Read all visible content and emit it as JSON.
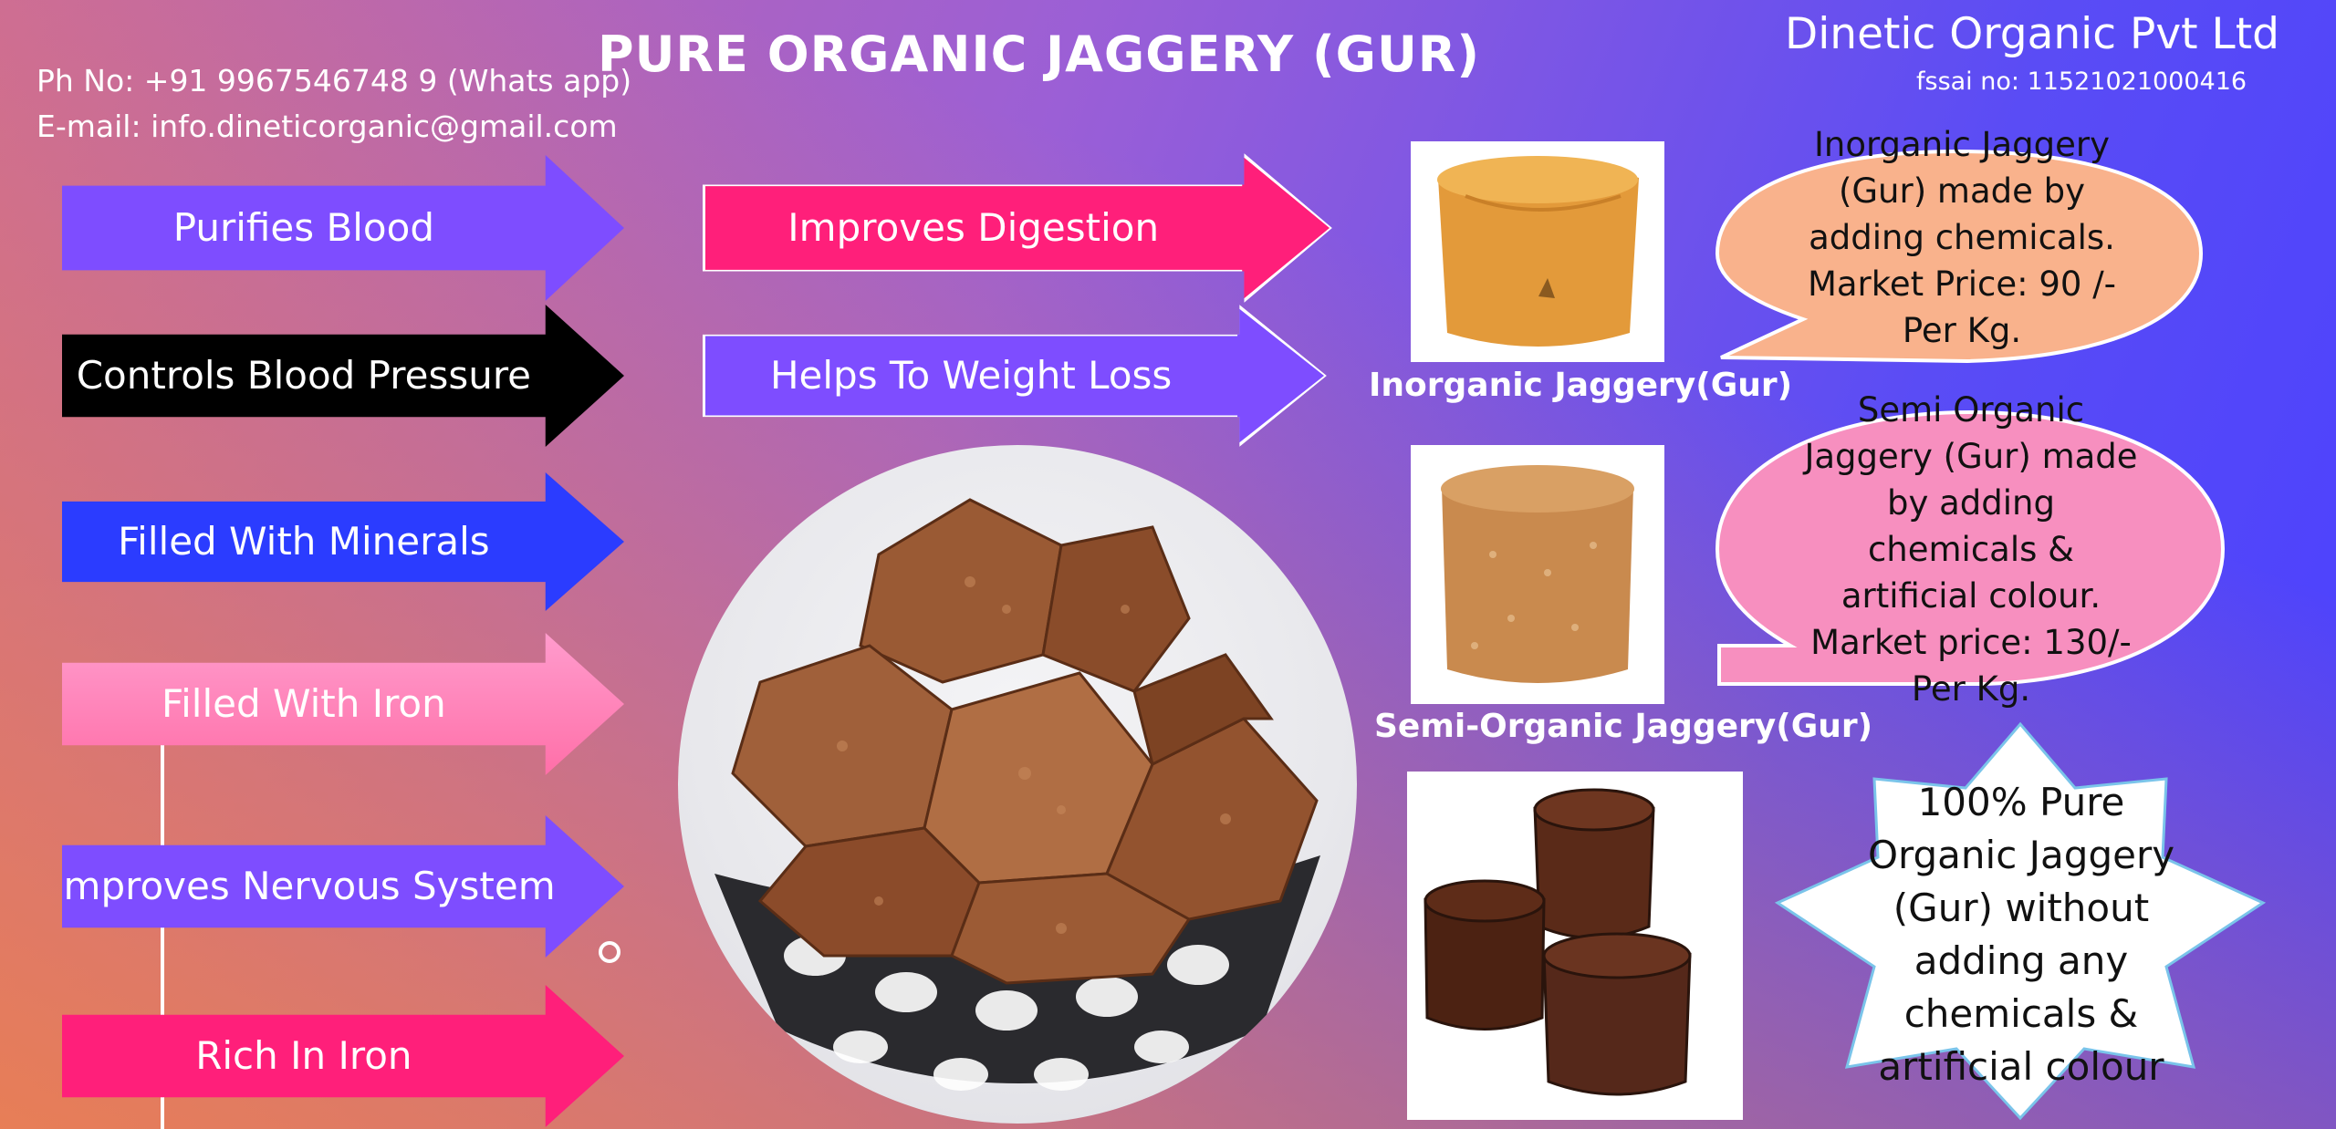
{
  "header": {
    "title": "PURE ORGANIC JAGGERY (GUR)",
    "phone": "Ph No: +91 9967546748 9 (Whats app)",
    "email": "E-mail: info.dineticorganic@gmail.com",
    "company": "Dinetic Organic Pvt Ltd",
    "fssai": "fssai no: 11521021000416"
  },
  "benefits_left": [
    {
      "label": "Purifies Blood",
      "color": "#7e4dff"
    },
    {
      "label": "Controls Blood Pressure",
      "color": "#000000"
    },
    {
      "label": "Filled With Minerals",
      "color": "#2b3cff"
    },
    {
      "label": "Filled With Iron",
      "color": "#ff7fb4"
    },
    {
      "label": "Improves Nervous System",
      "color": "#7e4dff"
    },
    {
      "label": "Rich In Iron",
      "color": "#ff1f7a"
    }
  ],
  "benefits_center": [
    {
      "label": "Improves Digestion",
      "color": "#ff1f7a"
    },
    {
      "label": "Helps To Weight Loss",
      "color": "#7e4dff"
    }
  ],
  "products": [
    {
      "caption": "Inorganic Jaggery(Gur)",
      "description": "Inorganic Jaggery (Gur) made by adding chemicals. Market Price: 90 /- Per Kg.",
      "bubble_color": "#f9b28c"
    },
    {
      "caption": "Semi-Organic Jaggery(Gur)",
      "description": "Semi Organic Jaggery (Gur) made by adding chemicals & artificial colour. Market price: 130/- Per Kg.",
      "bubble_color": "#f78fbf"
    },
    {
      "caption": "",
      "description": "100% Pure Organic Jaggery (Gur) without adding any chemicals & artificial colour",
      "bubble_color": "#ffffff"
    }
  ],
  "icons": {
    "bowl": "jaggery-bowl-photo",
    "inorganic": "inorganic-jaggery-photo",
    "semi": "semi-organic-jaggery-photo",
    "organic": "organic-jaggery-photo"
  }
}
